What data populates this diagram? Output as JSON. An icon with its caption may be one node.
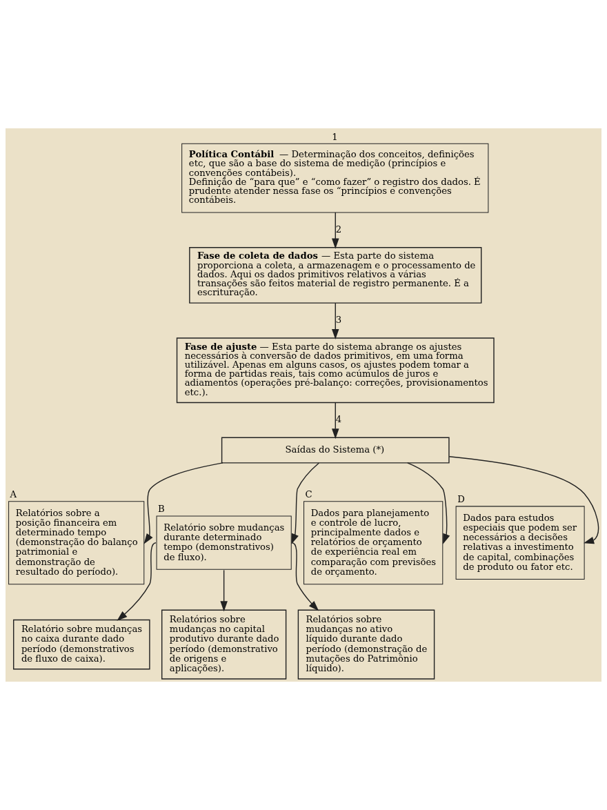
{
  "diagram": {
    "nodes": [
      {
        "text": [
          "**Política Contábil** — Determinação dos conceitos, definições etc, que são a base do sistema de medição (princípios e convenções contábeis).",
          "Definição de “para que” e “como fazer” o registro dos dados. É prudente atender nessa fase os “princípios e convenções contábeis."
        ],
        "beside": [
          "1"
        ]
      },
      {
        "text": [
          "**Fase de coleta de dados** — Esta parte do sistema proporciona a coleta, a armazenagem e o processamento de dados. Aqui os dados primitivos relativos a várias transações são feitos material de registro permanente. É a escrituração."
        ]
      },
      {
        "text": [
          "**Fase de ajuste** — Esta parte do sistema abrange os ajustes necessários à conversão de dados primitivos, em uma forma utilizável. Apenas em alguns casos, os ajustes podem tomar a forma de partidas reais, tais como acúmulos de juros e adiamentos (operações pré-balanço: correções, provisionamentos etc.)."
        ]
      },
      {
        "text": [
          "Saídas do Sistema (*)"
        ]
      },
      {
        "text": [
          "Relatórios sobre a posição financeira em determinado tempo (demonstração do balanço patrimonial e demonstração de resultado do período)."
        ],
        "beside": [
          "A"
        ]
      },
      {
        "text": [
          "Relatório sobre mudanças durante determinado tempo (demonstrativos) de fluxo)."
        ],
        "beside": [
          "B"
        ]
      },
      {
        "text": [
          "Dados para planejamento e controle de lucro, principalmente dados e relatórios de orçamento de experiência real em comparação com previsões de orçamento."
        ],
        "beside": [
          "C"
        ]
      },
      {
        "text": [
          "Dados para estudos especiais que podem ser necessários a decisões relativas a investimento de capital, combinações de produto ou fator etc."
        ],
        "beside": [
          "D"
        ]
      },
      {
        "text": [
          "Relatório sobre mudanças no caixa durante dado período (demonstrativos de fluxo de caixa)."
        ]
      },
      {
        "text": [
          "Relatórios sobre mudanças no capital produtivo durante dado período (demonstrativo de origens e aplicações)."
        ]
      },
      {
        "text": [
          "Relatórios sobre mudanças no ativo líquido durante dado período (demonstração de mutações do Patrimônio líquido)."
        ]
      }
    ],
    "edges": [
      {
        "from": 0,
        "to": 1,
        "arrow": "to",
        "label": "2"
      },
      {
        "from": 1,
        "to": 2,
        "arrow": "to",
        "label": "3"
      },
      {
        "from": 2,
        "to": 3,
        "arrow": "to",
        "label": "4"
      },
      {
        "from": 3,
        "to": 4,
        "arrow": "to"
      },
      {
        "from": 3,
        "to": 5,
        "arrow": "to"
      },
      {
        "from": 3,
        "to": 6,
        "arrow": "to"
      },
      {
        "from": 3,
        "to": 7,
        "arrow": "to"
      },
      {
        "from": 5,
        "to": 8,
        "arrow": "to"
      },
      {
        "from": 5,
        "to": 9,
        "arrow": "to"
      },
      {
        "from": 5,
        "to": 10,
        "arrow": "to"
      }
    ]
  }
}
